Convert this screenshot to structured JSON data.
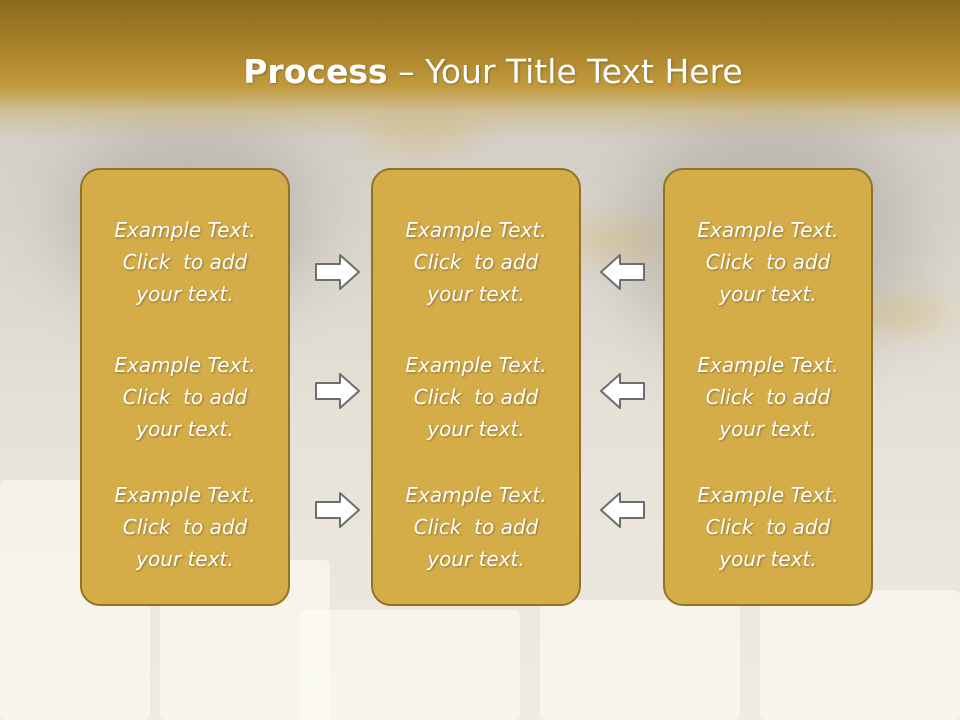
{
  "title": {
    "bold": "Process",
    "rest": " – Your Title Text Here"
  },
  "columns": [
    {
      "items": [
        {
          "lines": [
            "Example Text.",
            "Click  to add",
            "your text."
          ]
        },
        {
          "lines": [
            "Example Text.",
            "Click  to add",
            "your text."
          ]
        },
        {
          "lines": [
            "Example Text.",
            "Click  to add",
            "your text."
          ]
        }
      ]
    },
    {
      "items": [
        {
          "lines": [
            "Example Text.",
            "Click  to add",
            "your text."
          ]
        },
        {
          "lines": [
            "Example Text.",
            "Click  to add",
            "your text."
          ]
        },
        {
          "lines": [
            "Example Text.",
            "Click  to add",
            "your text."
          ]
        }
      ]
    },
    {
      "items": [
        {
          "lines": [
            "Example Text.",
            "Click  to add",
            "your text."
          ]
        },
        {
          "lines": [
            "Example Text.",
            "Click  to add",
            "your text."
          ]
        },
        {
          "lines": [
            "Example Text.",
            "Click  to add",
            "your text."
          ]
        }
      ]
    }
  ],
  "arrows": {
    "left_group": "arrow-right-icon",
    "right_group": "arrow-left-icon"
  },
  "colors": {
    "header": "#a9832a",
    "panel_fill": "#d5ad48",
    "panel_border": "#8f7428",
    "text": "#ffffff"
  }
}
